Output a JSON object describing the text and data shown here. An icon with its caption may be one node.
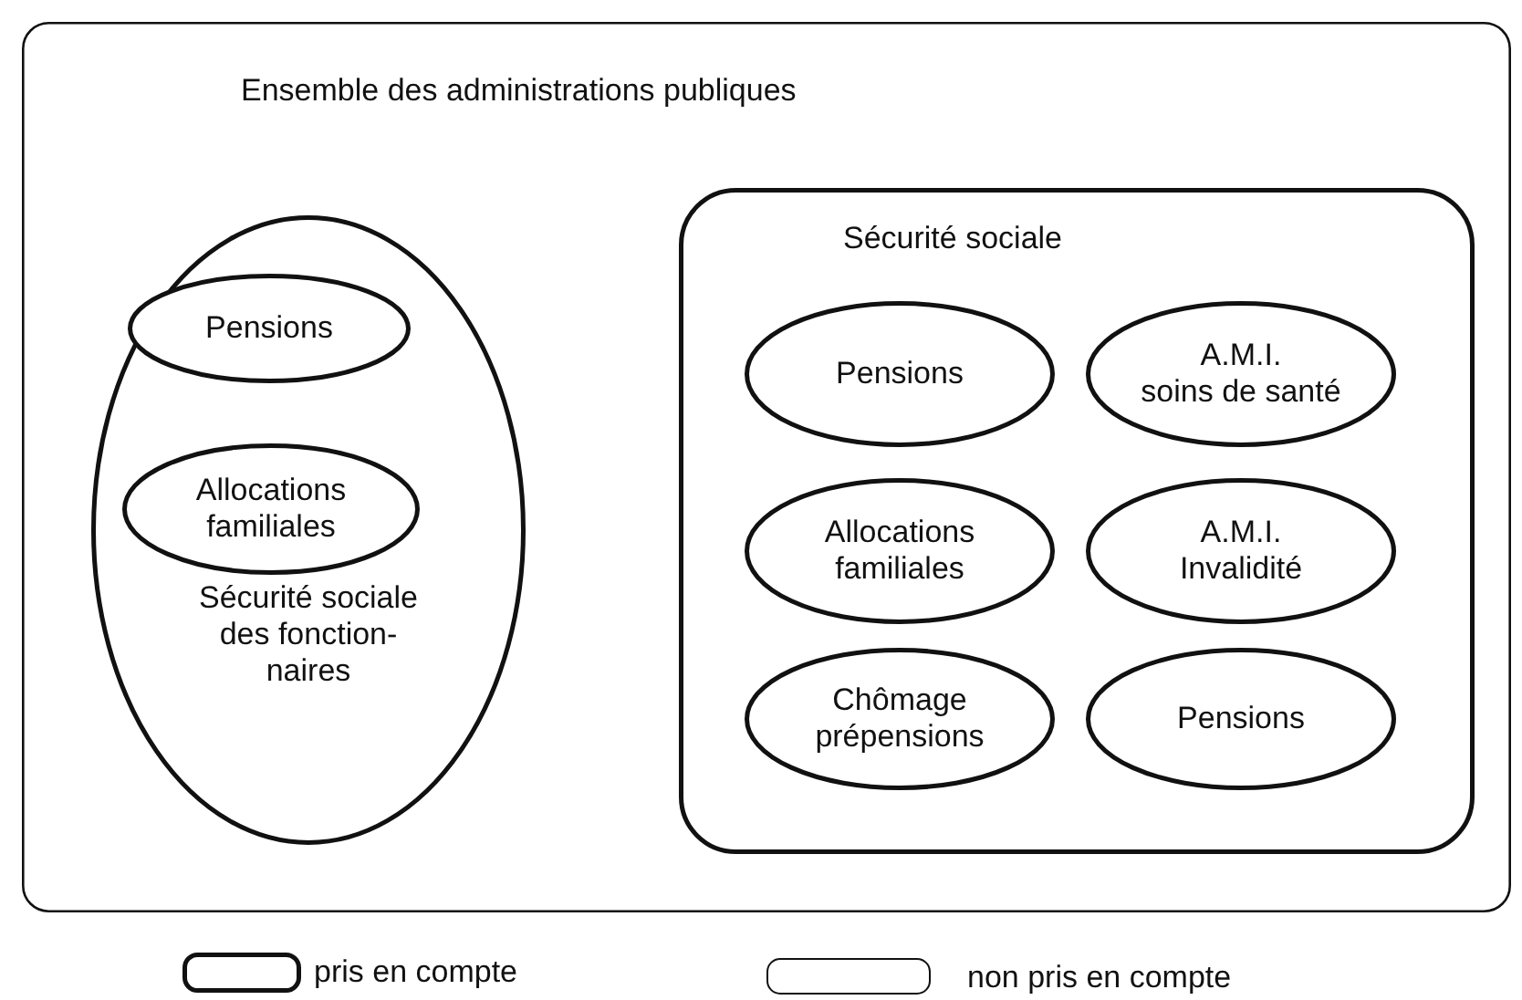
{
  "diagram": {
    "nodes": [
      {
        "text": [
          "Ensemble des administrations publiques"
        ]
      },
      {
        "text": [
          "Sécurité sociale des fonction- naires"
        ],
        "in": 0
      },
      {
        "text": [
          "Pensions"
        ],
        "in": 1
      },
      {
        "text": [
          "Allocations familiales"
        ],
        "in": 1
      },
      {
        "text": [
          "Sécurité sociale"
        ],
        "in": 0
      },
      {
        "text": [
          "Pensions"
        ],
        "in": 4
      },
      {
        "text": [
          "A.M.I. soins de santé"
        ],
        "in": 4
      },
      {
        "text": [
          "Allocations familiales"
        ],
        "in": 4
      },
      {
        "text": [
          "A.M.I. Invalidité"
        ],
        "in": 4
      },
      {
        "text": [
          "Chômage prépensions"
        ],
        "in": 4
      },
      {
        "text": [
          "Pensions"
        ],
        "in": 4
      }
    ],
    "edges": [],
    "legend": [
      {
        "text": "pris en compte"
      },
      {
        "text": "non pris en compte"
      }
    ]
  }
}
